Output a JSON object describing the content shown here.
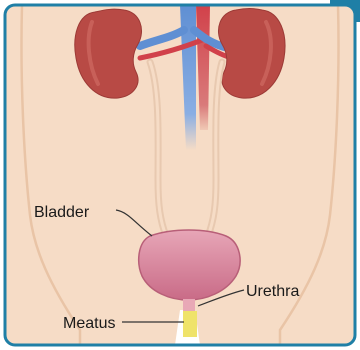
{
  "labels": {
    "bladder": "Bladder",
    "urethra": "Urethra",
    "meatus": "Meatus"
  },
  "colors": {
    "frame": "#1f7fa6",
    "skin": "#f6dcc6",
    "body_outline": "#e9c4a6",
    "kidney": "#b84a45",
    "vein": "#5f8fd3",
    "artery": "#d1414a",
    "ureter": "#e8c9b0",
    "bladder": "#d9849c",
    "urethra": "#efe36a"
  }
}
